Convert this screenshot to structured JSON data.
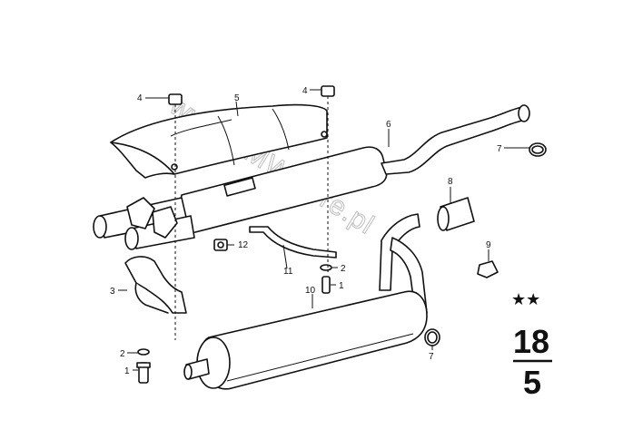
{
  "watermark": "www.BMWstore.pl",
  "group": {
    "stars": "★★",
    "number": "18",
    "sub": "5"
  },
  "callouts": {
    "c1a": "1",
    "c1b": "1",
    "c2a": "2",
    "c2b": "2",
    "c3": "3",
    "c4a": "4",
    "c4b": "4",
    "c5": "5",
    "c6": "6",
    "c7a": "7",
    "c7b": "7",
    "c8": "8",
    "c9": "9",
    "c10": "10",
    "c11": "11",
    "c12": "12"
  },
  "icons": [
    "heat-shield",
    "front-muffler-pipe",
    "rear-muffler",
    "hanger-bracket",
    "clamp",
    "nut",
    "bolt",
    "washer",
    "gasket-ring",
    "tail-pipe-sleeve"
  ]
}
